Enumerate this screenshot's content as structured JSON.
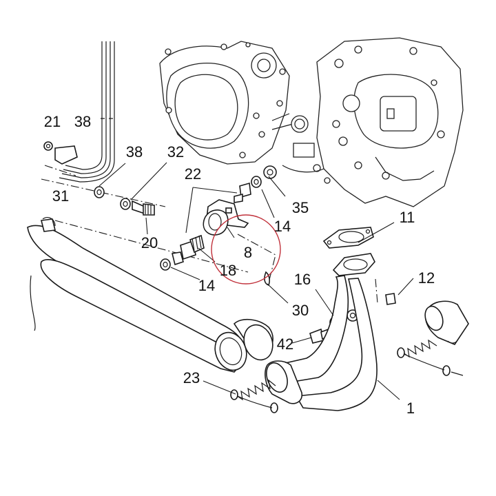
{
  "diagram": {
    "highlight_color": "#c0303a",
    "line_color": "#1a1a1a",
    "callouts": [
      {
        "id": "c21",
        "text": "21"
      },
      {
        "id": "c38a",
        "text": "38"
      },
      {
        "id": "c38b",
        "text": "38"
      },
      {
        "id": "c32",
        "text": "32"
      },
      {
        "id": "c22",
        "text": "22"
      },
      {
        "id": "c31",
        "text": "31"
      },
      {
        "id": "c35",
        "text": "35"
      },
      {
        "id": "c14a",
        "text": "14"
      },
      {
        "id": "c20",
        "text": "20"
      },
      {
        "id": "c8",
        "text": "8"
      },
      {
        "id": "c18",
        "text": "18"
      },
      {
        "id": "c14b",
        "text": "14"
      },
      {
        "id": "c11",
        "text": "11"
      },
      {
        "id": "c12",
        "text": "12"
      },
      {
        "id": "c16",
        "text": "16"
      },
      {
        "id": "c30",
        "text": "30"
      },
      {
        "id": "c42",
        "text": "42"
      },
      {
        "id": "c23",
        "text": "23"
      },
      {
        "id": "c1",
        "text": "1"
      }
    ]
  }
}
